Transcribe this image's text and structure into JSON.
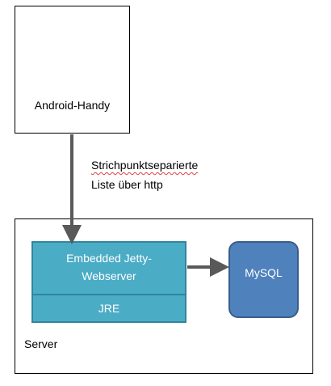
{
  "nodes": {
    "device": {
      "label": "Android-Handy"
    },
    "server": {
      "label": "Server"
    },
    "webserver": {
      "label_line1": "Embedded Jetty-",
      "label_line2": "Webserver"
    },
    "jre": {
      "label": "JRE"
    },
    "database": {
      "label": "MySQL"
    }
  },
  "edges": {
    "device_to_server": {
      "label_line1": "Strichpunktseparierte",
      "label_line2": "Liste über http"
    }
  },
  "colors": {
    "webserver_fill": "#4bacc6",
    "database_fill": "#4f81bd",
    "arrow": "#595959"
  }
}
